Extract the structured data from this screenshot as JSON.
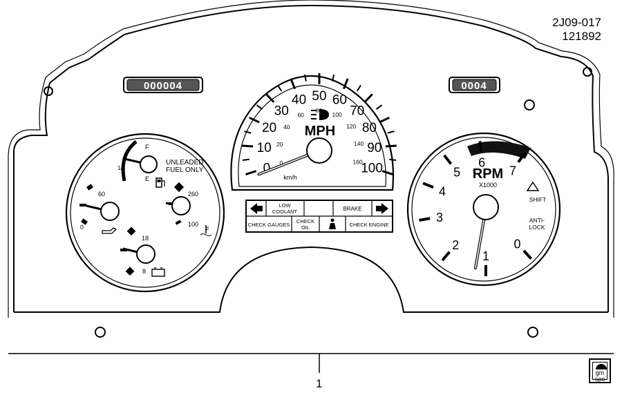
{
  "reference": {
    "code": "2J09-017",
    "date": "121892"
  },
  "callout": "1",
  "odometer": {
    "left": "000004",
    "right": "0004"
  },
  "speedometer": {
    "mph_ticks": [
      "0",
      "10",
      "20",
      "30",
      "40",
      "50",
      "60",
      "70",
      "80",
      "90",
      "100"
    ],
    "kmh_ticks": [
      "0",
      "20",
      "40",
      "60",
      "80",
      "100",
      "120",
      "140",
      "160"
    ],
    "unit": "MPH",
    "kmh_unit": "km/h"
  },
  "tachometer": {
    "ticks": [
      "0",
      "1",
      "2",
      "3",
      "4",
      "5",
      "6",
      "7"
    ],
    "unit": "RPM",
    "multiplier": "X1000",
    "shift_label": "SHIFT",
    "antilock_label": "ANTI-\nLOCK"
  },
  "fuel": {
    "full": "F",
    "empty": "E",
    "half": "1/2",
    "note_line1": "UNLEADED",
    "note_line2": "FUEL ONLY"
  },
  "oil": {
    "high": "60",
    "low": "0"
  },
  "temp": {
    "high": "260",
    "low": "100"
  },
  "volts": {
    "high": "18",
    "low": "8"
  },
  "warnings": {
    "low_coolant": "LOW\nCOOLANT",
    "brake": "BRAKE",
    "check_gauges": "CHECK GAUGES",
    "check_oil": "CHECK\nOIL",
    "check_engine": "CHECK ENGINE"
  },
  "logo": {
    "line1": "gm",
    "line2": "spo"
  }
}
